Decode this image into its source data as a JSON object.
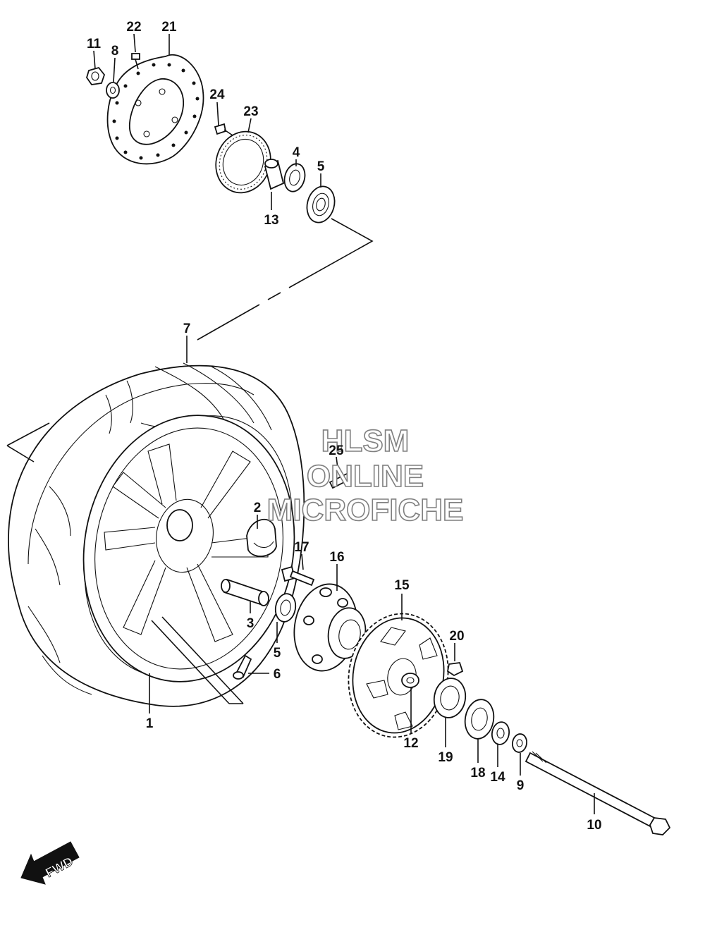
{
  "watermark": {
    "line1": "HLSM",
    "line2": "ONLINE",
    "line3": "MICROFICHE",
    "stroke_color": "#7f7f7f"
  },
  "direction_badge": {
    "label": "FWD",
    "icon": "forward-arrow-icon"
  },
  "callouts": {
    "p1": "1",
    "p2": "2",
    "p3": "3",
    "p4": "4",
    "p5a": "5",
    "p5b": "5",
    "p6": "6",
    "p7": "7",
    "p8": "8",
    "p9": "9",
    "p10": "10",
    "p11": "11",
    "p12": "12",
    "p13": "13",
    "p14": "14",
    "p15": "15",
    "p16": "16",
    "p17": "17",
    "p18": "18",
    "p19": "19",
    "p20": "20",
    "p21": "21",
    "p22": "22",
    "p23": "23",
    "p24": "24",
    "p25": "25"
  }
}
